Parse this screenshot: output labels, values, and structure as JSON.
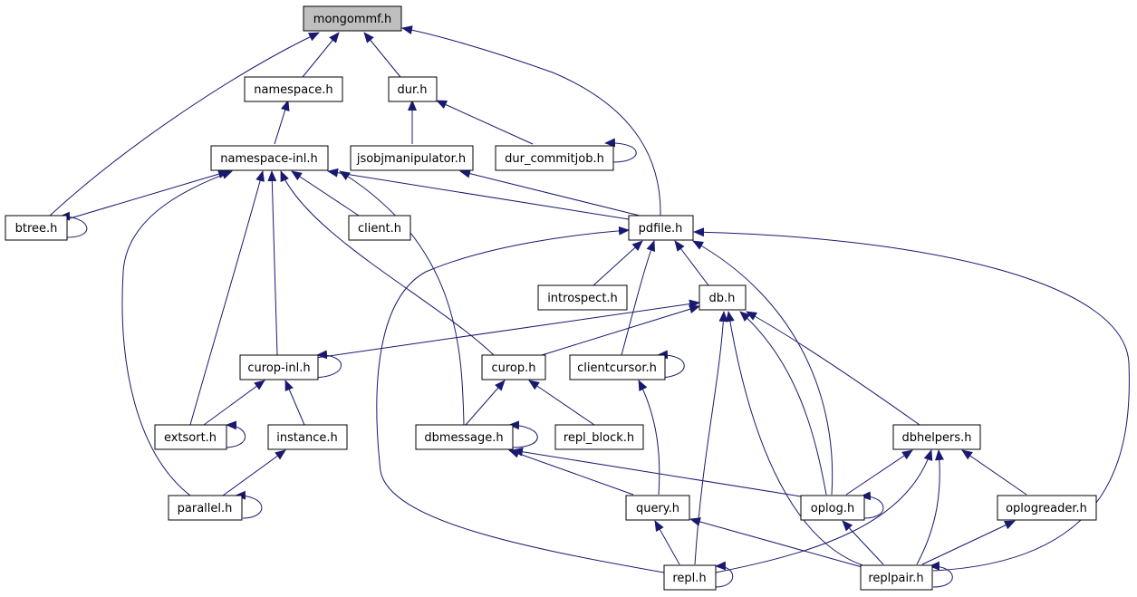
{
  "diagram": {
    "type": "include-dependency-graph",
    "colors": {
      "edge": "#191970",
      "arrowhead": "#191970",
      "node_border": "#000000",
      "node_fill": "#ffffff",
      "root_fill": "#bfbfbf",
      "text": "#000000"
    },
    "nodes": {
      "mongommf": "mongommf.h",
      "namespace": "namespace.h",
      "dur": "dur.h",
      "namespace_inl": "namespace-inl.h",
      "jsobjmanipulator": "jsobjmanipulator.h",
      "dur_commitjob": "dur_commitjob.h",
      "btree": "btree.h",
      "client": "client.h",
      "pdfile": "pdfile.h",
      "introspect": "introspect.h",
      "db": "db.h",
      "curop_inl": "curop-inl.h",
      "curop": "curop.h",
      "clientcursor": "clientcursor.h",
      "extsort": "extsort.h",
      "instance": "instance.h",
      "dbmessage": "dbmessage.h",
      "repl_block": "repl_block.h",
      "dbhelpers": "dbhelpers.h",
      "parallel": "parallel.h",
      "query": "query.h",
      "oplog": "oplog.h",
      "oplogreader": "oplogreader.h",
      "repl": "repl.h",
      "replpair": "replpair.h"
    },
    "edges": [
      [
        "namespace",
        "mongommf"
      ],
      [
        "dur",
        "mongommf"
      ],
      [
        "btree",
        "mongommf"
      ],
      [
        "pdfile",
        "mongommf"
      ],
      [
        "namespace_inl",
        "namespace"
      ],
      [
        "jsobjmanipulator",
        "dur"
      ],
      [
        "dur_commitjob",
        "dur"
      ],
      [
        "dur_commitjob",
        "dur_commitjob"
      ],
      [
        "btree",
        "namespace_inl"
      ],
      [
        "btree",
        "btree"
      ],
      [
        "client",
        "namespace_inl"
      ],
      [
        "pdfile",
        "namespace_inl"
      ],
      [
        "parallel",
        "namespace_inl"
      ],
      [
        "extsort",
        "namespace_inl"
      ],
      [
        "curop_inl",
        "namespace_inl"
      ],
      [
        "curop",
        "namespace_inl"
      ],
      [
        "dbmessage",
        "namespace_inl"
      ],
      [
        "pdfile",
        "jsobjmanipulator"
      ],
      [
        "introspect",
        "pdfile"
      ],
      [
        "db",
        "pdfile"
      ],
      [
        "clientcursor",
        "pdfile"
      ],
      [
        "oplog",
        "pdfile"
      ],
      [
        "repl",
        "pdfile"
      ],
      [
        "replpair",
        "pdfile"
      ],
      [
        "curop_inl",
        "db"
      ],
      [
        "curop",
        "db"
      ],
      [
        "dbhelpers",
        "db"
      ],
      [
        "oplog",
        "db"
      ],
      [
        "repl",
        "db"
      ],
      [
        "replpair",
        "db"
      ],
      [
        "curop_inl",
        "curop_inl"
      ],
      [
        "extsort",
        "curop_inl"
      ],
      [
        "instance",
        "curop_inl"
      ],
      [
        "dbmessage",
        "curop"
      ],
      [
        "repl_block",
        "curop"
      ],
      [
        "clientcursor",
        "clientcursor"
      ],
      [
        "query",
        "clientcursor"
      ],
      [
        "extsort",
        "extsort"
      ],
      [
        "parallel",
        "instance"
      ],
      [
        "parallel",
        "parallel"
      ],
      [
        "dbmessage",
        "dbmessage"
      ],
      [
        "query",
        "dbmessage"
      ],
      [
        "oplog",
        "dbmessage"
      ],
      [
        "oplog",
        "dbhelpers"
      ],
      [
        "oplogreader",
        "dbhelpers"
      ],
      [
        "repl",
        "dbhelpers"
      ],
      [
        "replpair",
        "dbhelpers"
      ],
      [
        "repl",
        "query"
      ],
      [
        "replpair",
        "query"
      ],
      [
        "oplog",
        "oplog"
      ],
      [
        "replpair",
        "oplog"
      ],
      [
        "replpair",
        "oplogreader"
      ],
      [
        "repl",
        "repl"
      ],
      [
        "replpair",
        "replpair"
      ]
    ]
  }
}
